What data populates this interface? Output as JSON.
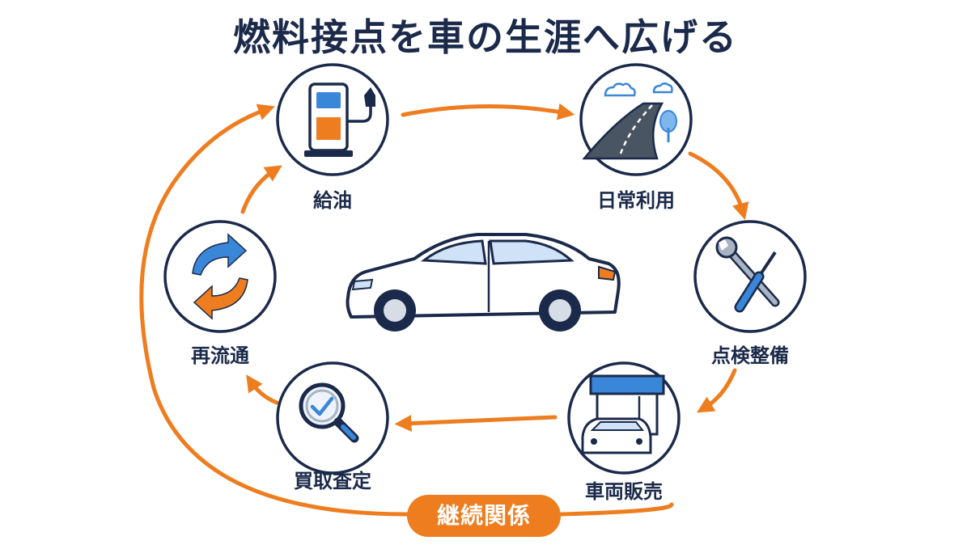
{
  "title": "燃料接点を車の生涯へ広げる",
  "nodes": {
    "fueling": {
      "label": "給油",
      "icon": "fuel-pump-icon"
    },
    "daily_use": {
      "label": "日常利用",
      "icon": "road-icon"
    },
    "maintenance": {
      "label": "点検整備",
      "icon": "wrench-screwdriver-icon"
    },
    "sales": {
      "label": "車両販売",
      "icon": "dealership-icon"
    },
    "appraisal": {
      "label": "買取査定",
      "icon": "magnifier-check-icon"
    },
    "recirculation": {
      "label": "再流通",
      "icon": "recycle-arrows-icon"
    }
  },
  "center": {
    "icon": "sedan-car-icon"
  },
  "loop": {
    "label": "継続関係"
  },
  "colors": {
    "navy": "#1b2a4a",
    "orange": "#ee7d1f",
    "blue": "#3a86d8",
    "light_blue": "#7fb6ec"
  }
}
